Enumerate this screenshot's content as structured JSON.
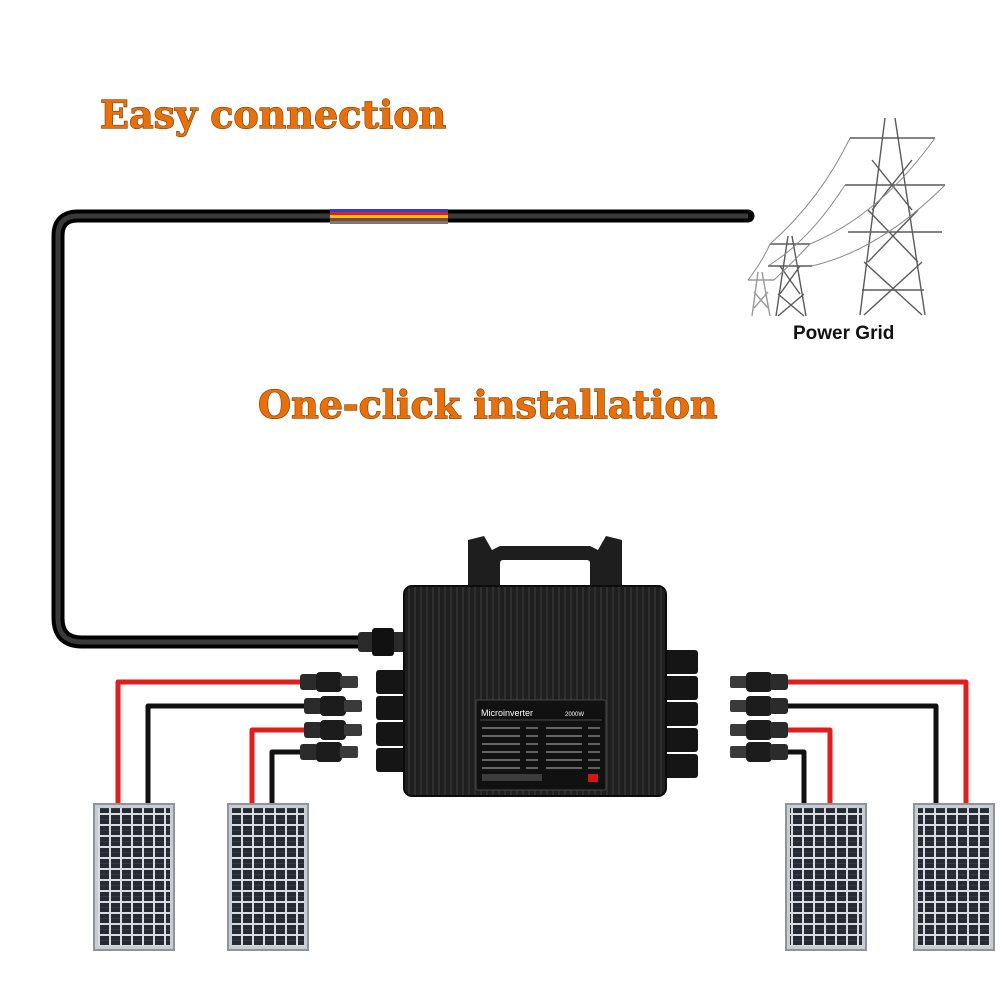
{
  "headings": {
    "easy_connection": "Easy connection",
    "one_click": "One-click installation"
  },
  "grid": {
    "label": "Power Grid"
  },
  "inverter": {
    "title": "Microinverter",
    "model": "2000W"
  },
  "colors": {
    "headline": "#e8700a",
    "cable": "#1a1a1a",
    "positive_wire": "#e01e1e",
    "negative_wire": "#111111",
    "panel_cell": "#262a33",
    "inverter_body": "#222222"
  },
  "panels": {
    "left_count": 2,
    "right_count": 2
  },
  "icons": [
    "power-tower-icon",
    "solar-panel-icon",
    "mc4-connector-icon",
    "microinverter-icon"
  ]
}
